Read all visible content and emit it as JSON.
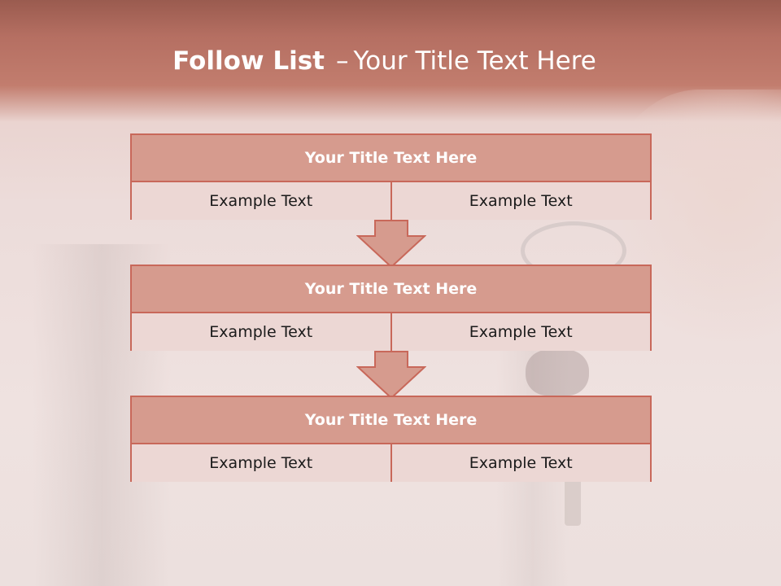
{
  "header": {
    "title_bold": "Follow List",
    "title_dash": "–",
    "title_rest": "Your Title Text Here"
  },
  "blocks": [
    {
      "title": "Your Title Text Here",
      "left": "Example Text",
      "right": "Example Text"
    },
    {
      "title": "Your Title Text Here",
      "left": "Example Text",
      "right": "Example Text"
    },
    {
      "title": "Your Title Text Here",
      "left": "Example Text",
      "right": "Example Text"
    }
  ],
  "colors": {
    "header": "#b56f62",
    "block_head": "#d69b8e",
    "block_border": "#c8685a",
    "cell_bg": "#ecd7d4"
  },
  "icons": [
    "down-arrow-icon",
    "down-arrow-icon"
  ]
}
